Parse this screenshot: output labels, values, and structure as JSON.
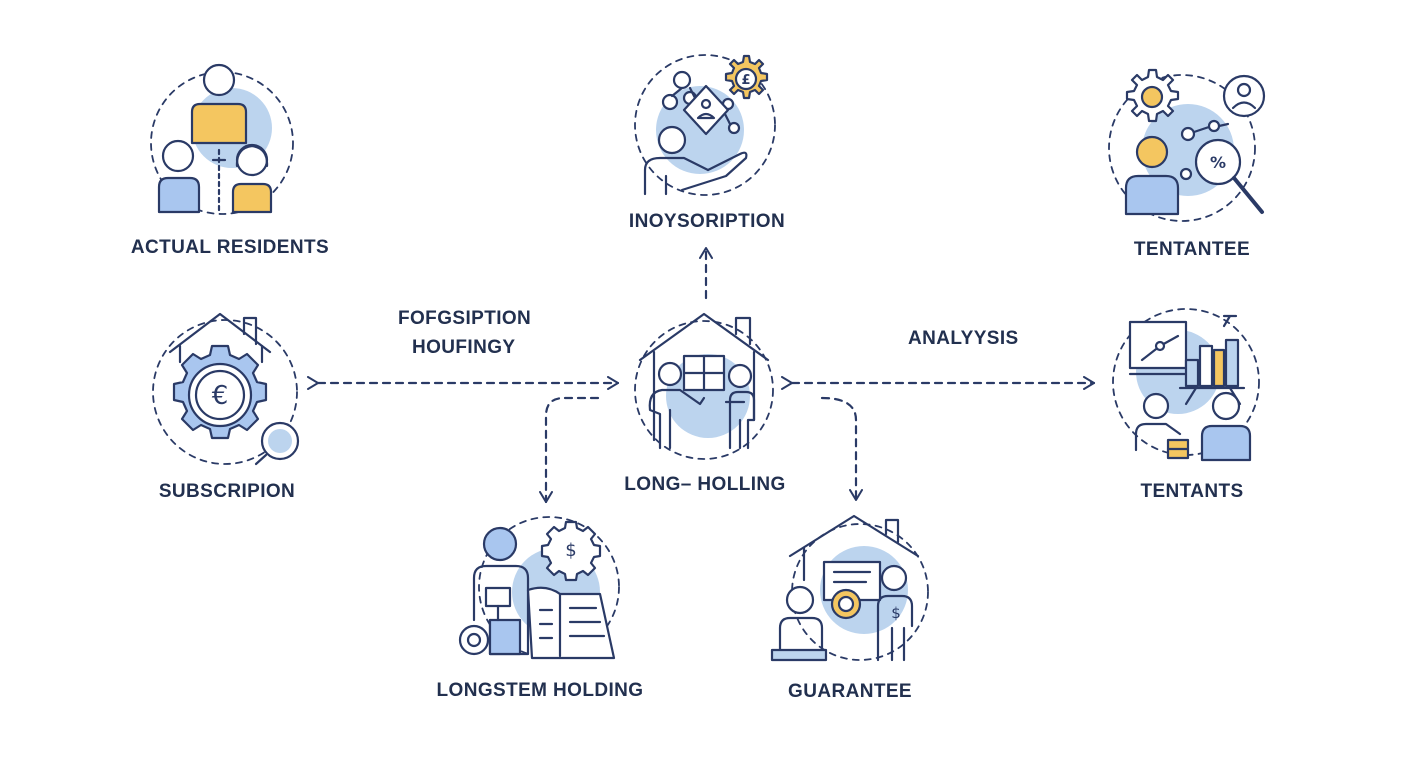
{
  "colors": {
    "stroke": "#2a3a66",
    "blob": "#bcd4ee",
    "accent": "#f4c660",
    "person_blue": "#a9c6ef",
    "text": "#22304f"
  },
  "nodes": {
    "actual_residents": {
      "label": "ACTUAL RESIDENTS",
      "icon": "family-icon"
    },
    "inoysoription": {
      "label": "INOYSORIPTION",
      "icon": "network-handshake-icon"
    },
    "tentantee": {
      "label": "TENTANTEE",
      "icon": "gear-magnifier-person-icon"
    },
    "subscription": {
      "label": "SUBSCRIPION",
      "icon": "euro-gear-house-icon"
    },
    "long_holling": {
      "label": "LONG– HOLLING",
      "icon": "house-people-icon"
    },
    "tentants": {
      "label": "TENTANTS",
      "icon": "presentation-chart-icon"
    },
    "longstem_holding": {
      "label": "LONGSTEM HOLDING",
      "icon": "person-ledger-icon"
    },
    "guarantee": {
      "label": "GUARANTEE",
      "icon": "house-laptop-dollar-icon"
    }
  },
  "edges": {
    "left_line1": "FOFGSIPTION",
    "left_line2": "HOUFINGY",
    "right": "ANALYYSIS"
  }
}
